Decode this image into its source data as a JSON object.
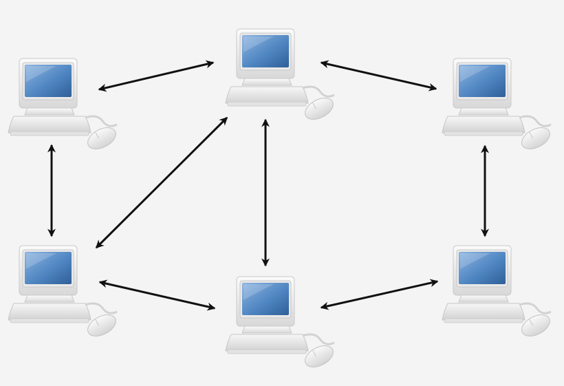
{
  "diagram": {
    "type": "network",
    "colors": {
      "background": "#f4f4f4",
      "screen": "#5b8fc7",
      "connection": "#111111",
      "device_body": "#e4e4e4"
    },
    "nodes": [
      {
        "id": "computer-top-left",
        "icon": "desktop-computer-icon"
      },
      {
        "id": "computer-top-center",
        "icon": "desktop-computer-icon"
      },
      {
        "id": "computer-top-right",
        "icon": "desktop-computer-icon"
      },
      {
        "id": "computer-bottom-left",
        "icon": "desktop-computer-icon"
      },
      {
        "id": "computer-bottom-center",
        "icon": "desktop-computer-icon"
      },
      {
        "id": "computer-bottom-right",
        "icon": "desktop-computer-icon"
      }
    ],
    "connections": [
      {
        "from": "computer-top-left",
        "to": "computer-top-center",
        "direction": "bidirectional"
      },
      {
        "from": "computer-top-center",
        "to": "computer-top-right",
        "direction": "bidirectional"
      },
      {
        "from": "computer-top-left",
        "to": "computer-bottom-left",
        "direction": "bidirectional"
      },
      {
        "from": "computer-bottom-left",
        "to": "computer-top-center",
        "direction": "bidirectional"
      },
      {
        "from": "computer-top-center",
        "to": "computer-bottom-center",
        "direction": "bidirectional"
      },
      {
        "from": "computer-top-right",
        "to": "computer-bottom-right",
        "direction": "bidirectional"
      },
      {
        "from": "computer-bottom-left",
        "to": "computer-bottom-center",
        "direction": "bidirectional"
      },
      {
        "from": "computer-bottom-center",
        "to": "computer-bottom-right",
        "direction": "bidirectional"
      }
    ]
  }
}
